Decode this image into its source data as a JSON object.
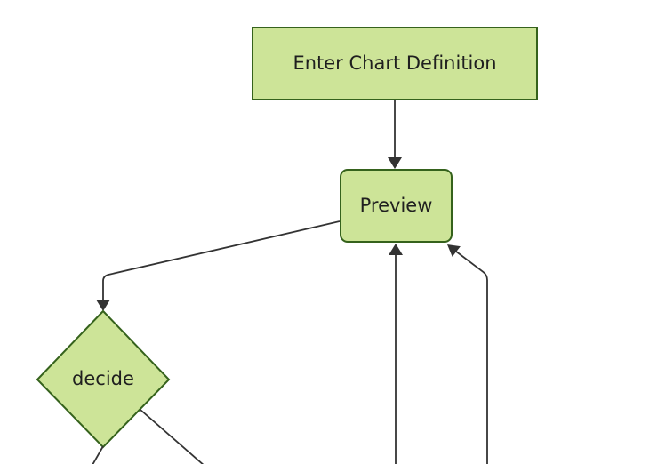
{
  "diagram": {
    "type": "flowchart",
    "nodes": [
      {
        "id": "enter-chart-definition",
        "label": "Enter Chart Definition",
        "shape": "rectangle"
      },
      {
        "id": "preview",
        "label": "Preview",
        "shape": "rounded-rectangle"
      },
      {
        "id": "decide",
        "label": "decide",
        "shape": "diamond"
      }
    ],
    "edges": [
      {
        "from": "enter-chart-definition",
        "to": "preview",
        "arrow": true
      },
      {
        "from": "preview",
        "to": "decide",
        "arrow": true
      },
      {
        "from": "decide",
        "to": "offscreen-bottom-left",
        "arrow": false
      },
      {
        "from": "decide",
        "to": "offscreen-bottom-right",
        "arrow": false
      },
      {
        "from": "offscreen-bottom",
        "to": "preview",
        "arrow": true
      },
      {
        "from": "offscreen-bottom-right",
        "to": "preview",
        "arrow": true
      }
    ]
  },
  "theme": {
    "node_fill": "#cde498",
    "node_border": "#35621c",
    "edge_color": "#333333",
    "label_color": "#1f1f1f",
    "background": "#ffffff"
  }
}
